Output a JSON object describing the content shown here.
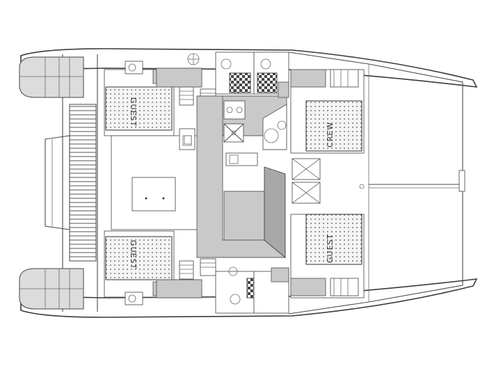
{
  "labels": {
    "guest_top": "GUEST",
    "guest_bottom": "GUEST",
    "crew": "CREW",
    "guest_right": "GUEST"
  },
  "icons": [
    "steering-wheel-icon",
    "toilet-icon",
    "sink-icon",
    "stove-icon"
  ]
}
